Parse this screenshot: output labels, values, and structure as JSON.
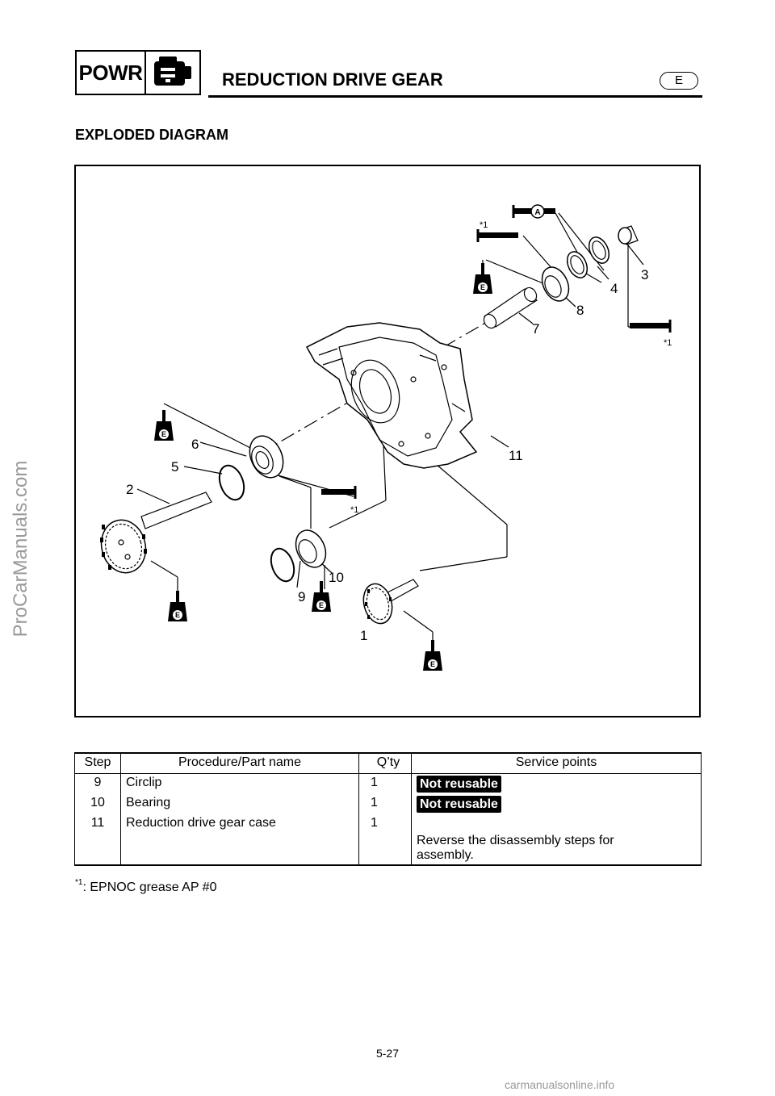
{
  "header": {
    "section_code": "POWR",
    "section_icon": "engine-icon",
    "title": "REDUCTION DRIVE GEAR",
    "language_badge": "E"
  },
  "heading": "EXPLODED DIAGRAM",
  "diagram": {
    "labels": {
      "p1": "1",
      "p2": "2",
      "p3": "3",
      "p4": "4",
      "p5": "5",
      "p6": "6",
      "p7": "7",
      "p8": "8",
      "p9": "9",
      "p10": "10",
      "p11": "11",
      "star1": "*1",
      "star2": "*1",
      "star3": "*1",
      "grease_a": "A",
      "grease_e": "E"
    }
  },
  "table": {
    "headers": {
      "step": "Step",
      "name": "Procedure/Part name",
      "qty": "Q’ty",
      "service": "Service points"
    },
    "rows": [
      {
        "step": "9",
        "name": "Circlip",
        "qty": "1",
        "service": "Not reusable"
      },
      {
        "step": "10",
        "name": "Bearing",
        "qty": "1",
        "service": "Not reusable"
      },
      {
        "step": "11",
        "name": "Reduction drive gear case",
        "qty": "1",
        "service": ""
      },
      {
        "step": "",
        "name": "",
        "qty": "",
        "service": "Reverse the disassembly steps for assembly."
      }
    ]
  },
  "footnote": {
    "marker": "*1",
    "text": ": EPNOC grease AP #0"
  },
  "page_number": "5-27",
  "watermark": "ProCarManuals.com",
  "site_footer": "carmanualsonline.info"
}
